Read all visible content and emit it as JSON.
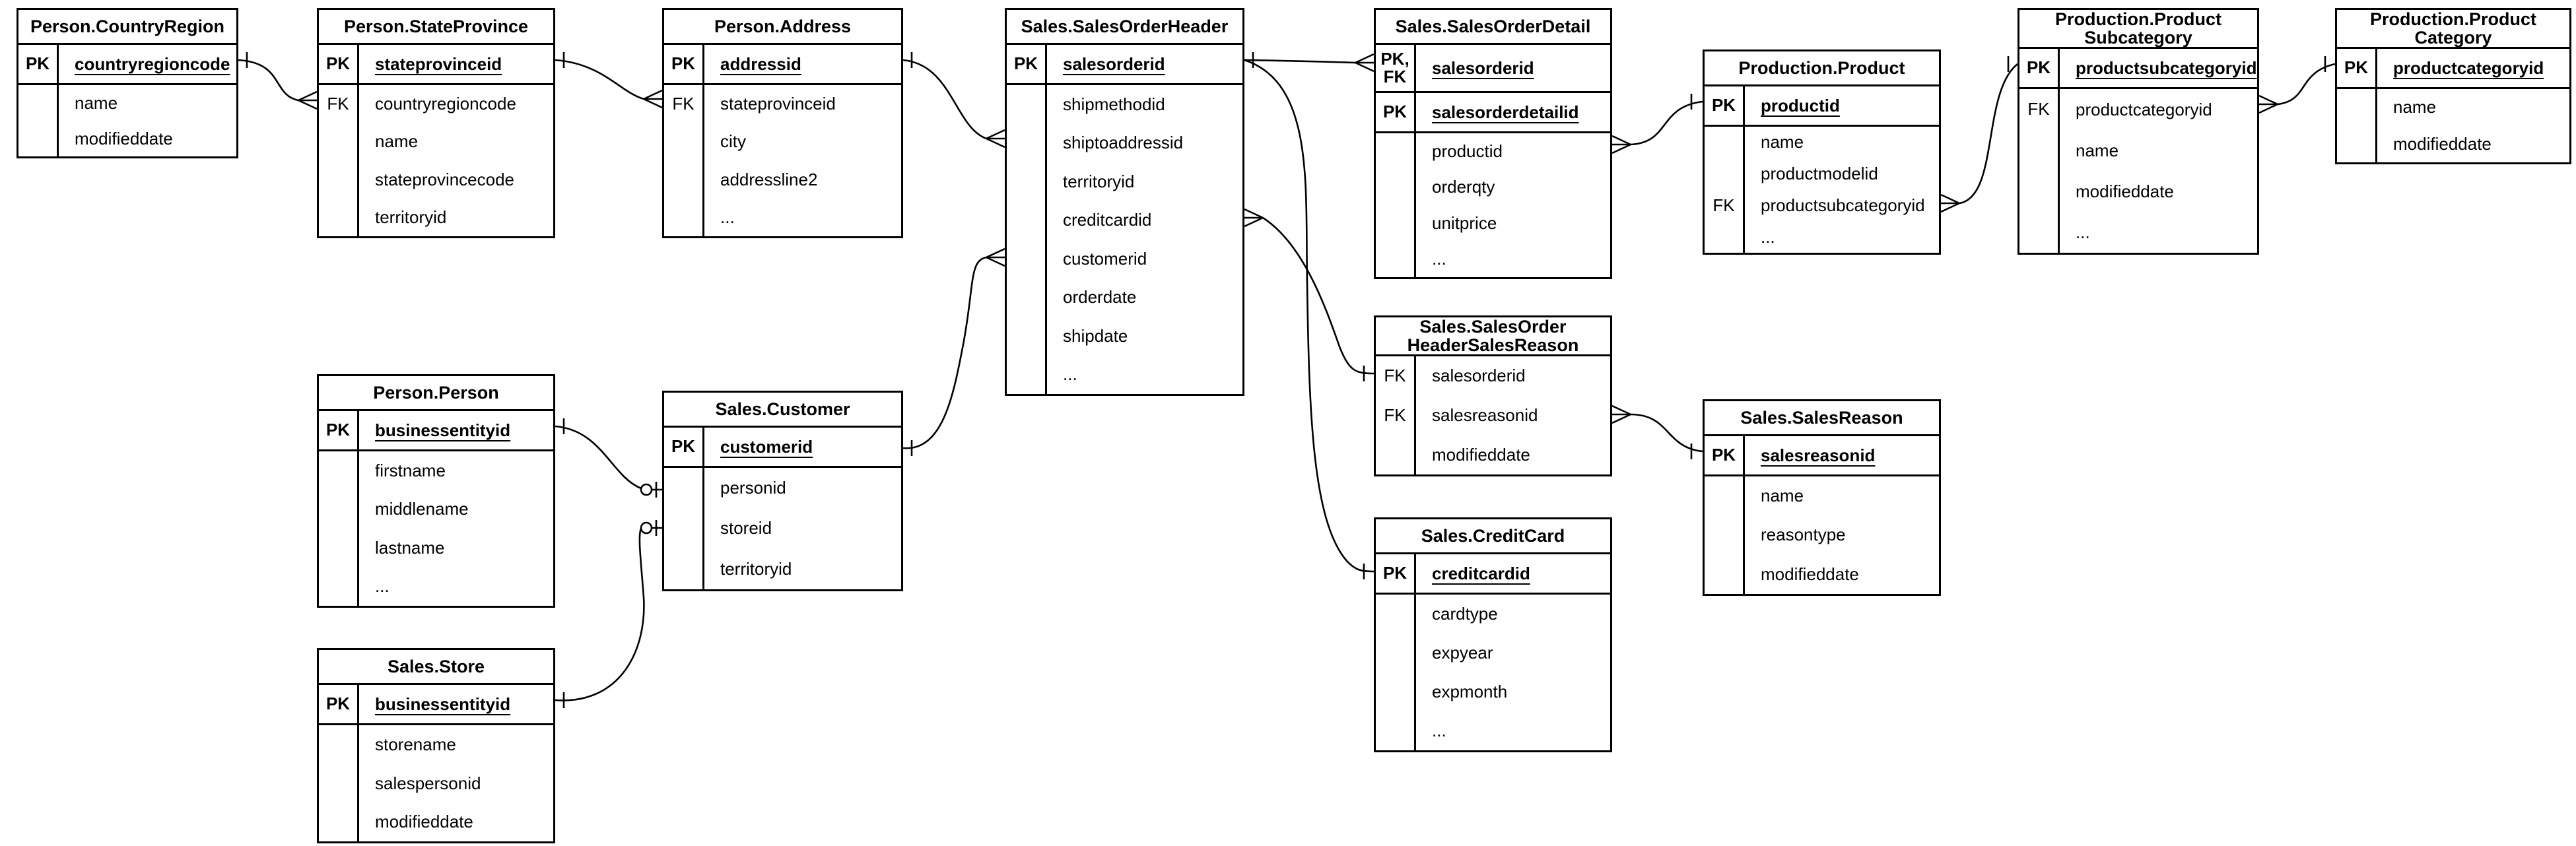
{
  "diagram": {
    "kind": "entity-relationship-diagram",
    "background_color": "#ffffff",
    "line_color": "#000000",
    "text_color": "#000000"
  },
  "tables": {
    "countryregion": {
      "title": "Person.CountryRegion",
      "keys": [
        {
          "label": "PK",
          "attr": "countryregioncode"
        }
      ],
      "rows": [
        {
          "label": "",
          "attr": "name"
        },
        {
          "label": "",
          "attr": "modifieddate"
        }
      ]
    },
    "stateprovince": {
      "title": "Person.StateProvince",
      "keys": [
        {
          "label": "PK",
          "attr": "stateprovinceid"
        }
      ],
      "rows": [
        {
          "label": "FK",
          "attr": "countryregioncode"
        },
        {
          "label": "",
          "attr": "name"
        },
        {
          "label": "",
          "attr": "stateprovincecode"
        },
        {
          "label": "",
          "attr": "territoryid"
        }
      ]
    },
    "address": {
      "title": "Person.Address",
      "keys": [
        {
          "label": "PK",
          "attr": "addressid"
        }
      ],
      "rows": [
        {
          "label": "FK",
          "attr": "stateprovinceid"
        },
        {
          "label": "",
          "attr": "city"
        },
        {
          "label": "",
          "attr": "addressline2"
        },
        {
          "label": "",
          "attr": "..."
        }
      ]
    },
    "salesorderheader": {
      "title": "Sales.SalesOrderHeader",
      "keys": [
        {
          "label": "PK",
          "attr": "salesorderid"
        }
      ],
      "rows": [
        {
          "label": "",
          "attr": "shipmethodid"
        },
        {
          "label": "",
          "attr": "shiptoaddressid"
        },
        {
          "label": "",
          "attr": "territoryid"
        },
        {
          "label": "",
          "attr": "creditcardid"
        },
        {
          "label": "",
          "attr": "customerid"
        },
        {
          "label": "",
          "attr": "orderdate"
        },
        {
          "label": "",
          "attr": "shipdate"
        },
        {
          "label": "",
          "attr": "..."
        }
      ]
    },
    "salesorderdetail": {
      "title": "Sales.SalesOrderDetail",
      "keys": [
        {
          "label": "PK,\nFK",
          "attr": "salesorderid"
        },
        {
          "label": "PK",
          "attr": "salesorderdetailid"
        }
      ],
      "rows": [
        {
          "label": "",
          "attr": "productid"
        },
        {
          "label": "",
          "attr": "orderqty"
        },
        {
          "label": "",
          "attr": "unitprice"
        },
        {
          "label": "",
          "attr": "..."
        }
      ]
    },
    "product": {
      "title": "Production.Product",
      "keys": [
        {
          "label": "PK",
          "attr": "productid"
        }
      ],
      "rows": [
        {
          "label": "",
          "attr": "name"
        },
        {
          "label": "",
          "attr": "productmodelid"
        },
        {
          "label": "FK",
          "attr": "productsubcategoryid"
        },
        {
          "label": "",
          "attr": "..."
        }
      ]
    },
    "productsubcategory": {
      "title": "Production.Product\nSubcategory",
      "keys": [
        {
          "label": "PK",
          "attr": "productsubcategoryid"
        }
      ],
      "rows": [
        {
          "label": "FK",
          "attr": "productcategoryid"
        },
        {
          "label": "",
          "attr": "name"
        },
        {
          "label": "",
          "attr": "modifieddate"
        },
        {
          "label": "",
          "attr": "..."
        }
      ]
    },
    "productcategory": {
      "title": "Production.Product\nCategory",
      "keys": [
        {
          "label": "PK",
          "attr": "productcategoryid"
        }
      ],
      "rows": [
        {
          "label": "",
          "attr": "name"
        },
        {
          "label": "",
          "attr": "modifieddate"
        }
      ]
    },
    "person": {
      "title": "Person.Person",
      "keys": [
        {
          "label": "PK",
          "attr": "businessentityid"
        }
      ],
      "rows": [
        {
          "label": "",
          "attr": "firstname"
        },
        {
          "label": "",
          "attr": "middlename"
        },
        {
          "label": "",
          "attr": "lastname"
        },
        {
          "label": "",
          "attr": "..."
        }
      ]
    },
    "customer": {
      "title": "Sales.Customer",
      "keys": [
        {
          "label": "PK",
          "attr": "customerid"
        }
      ],
      "rows": [
        {
          "label": "",
          "attr": "personid"
        },
        {
          "label": "",
          "attr": "storeid"
        },
        {
          "label": "",
          "attr": "territoryid"
        }
      ]
    },
    "store": {
      "title": "Sales.Store",
      "keys": [
        {
          "label": "PK",
          "attr": "businessentityid"
        }
      ],
      "rows": [
        {
          "label": "",
          "attr": "storename"
        },
        {
          "label": "",
          "attr": "salespersonid"
        },
        {
          "label": "",
          "attr": "modifieddate"
        }
      ]
    },
    "salesorderheadersalesreason": {
      "title": "Sales.SalesOrder\nHeaderSalesReason",
      "keys": [],
      "rows": [
        {
          "label": "FK",
          "attr": "salesorderid"
        },
        {
          "label": "FK",
          "attr": "salesreasonid"
        },
        {
          "label": "",
          "attr": "modifieddate"
        }
      ]
    },
    "salesreason": {
      "title": "Sales.SalesReason",
      "keys": [
        {
          "label": "PK",
          "attr": "salesreasonid"
        }
      ],
      "rows": [
        {
          "label": "",
          "attr": "name"
        },
        {
          "label": "",
          "attr": "reasontype"
        },
        {
          "label": "",
          "attr": "modifieddate"
        }
      ]
    },
    "creditcard": {
      "title": "Sales.CreditCard",
      "keys": [
        {
          "label": "PK",
          "attr": "creditcardid"
        }
      ],
      "rows": [
        {
          "label": "",
          "attr": "cardtype"
        },
        {
          "label": "",
          "attr": "expyear"
        },
        {
          "label": "",
          "attr": "expmonth"
        },
        {
          "label": "",
          "attr": "..."
        }
      ]
    }
  },
  "relationships": [
    {
      "from": "Person.CountryRegion.countryregioncode",
      "to": "Person.StateProvince.countryregioncode",
      "from_end": "one",
      "to_end": "many"
    },
    {
      "from": "Person.StateProvince.stateprovinceid",
      "to": "Person.Address.stateprovinceid",
      "from_end": "one",
      "to_end": "many"
    },
    {
      "from": "Person.Address.addressid",
      "to": "Sales.SalesOrderHeader.shiptoaddressid",
      "from_end": "one",
      "to_end": "many"
    },
    {
      "from": "Person.Person.businessentityid",
      "to": "Sales.Customer.personid",
      "from_end": "one",
      "to_end": "zero-or-one"
    },
    {
      "from": "Sales.Store.businessentityid",
      "to": "Sales.Customer.storeid",
      "from_end": "one",
      "to_end": "zero-or-one"
    },
    {
      "from": "Sales.Customer.customerid",
      "to": "Sales.SalesOrderHeader.customerid",
      "from_end": "one",
      "to_end": "many"
    },
    {
      "from": "Sales.SalesOrderHeader.salesorderid",
      "to": "Sales.SalesOrderDetail.salesorderid",
      "from_end": "one",
      "to_end": "many"
    },
    {
      "from": "Sales.SalesOrderHeader.salesorderid",
      "to": "Sales.CreditCard.creditcardid",
      "from_end": "one",
      "to_end": "one"
    },
    {
      "from": "Sales.SalesOrderHeader.creditcardid",
      "to": "Sales.SalesOrderHeaderSalesReason.salesorderid",
      "from_end": "many",
      "to_end": "one"
    },
    {
      "from": "Sales.SalesOrderDetail.productid",
      "to": "Production.Product.productid",
      "from_end": "many",
      "to_end": "one"
    },
    {
      "from": "Production.Product.productsubcategoryid",
      "to": "Production.ProductSubcategory.productsubcategoryid",
      "from_end": "many",
      "to_end": "one"
    },
    {
      "from": "Production.ProductSubcategory.productcategoryid",
      "to": "Production.ProductCategory.productcategoryid",
      "from_end": "many",
      "to_end": "one"
    },
    {
      "from": "Sales.SalesOrderHeaderSalesReason.salesreasonid",
      "to": "Sales.SalesReason.salesreasonid",
      "from_end": "many",
      "to_end": "one"
    }
  ]
}
